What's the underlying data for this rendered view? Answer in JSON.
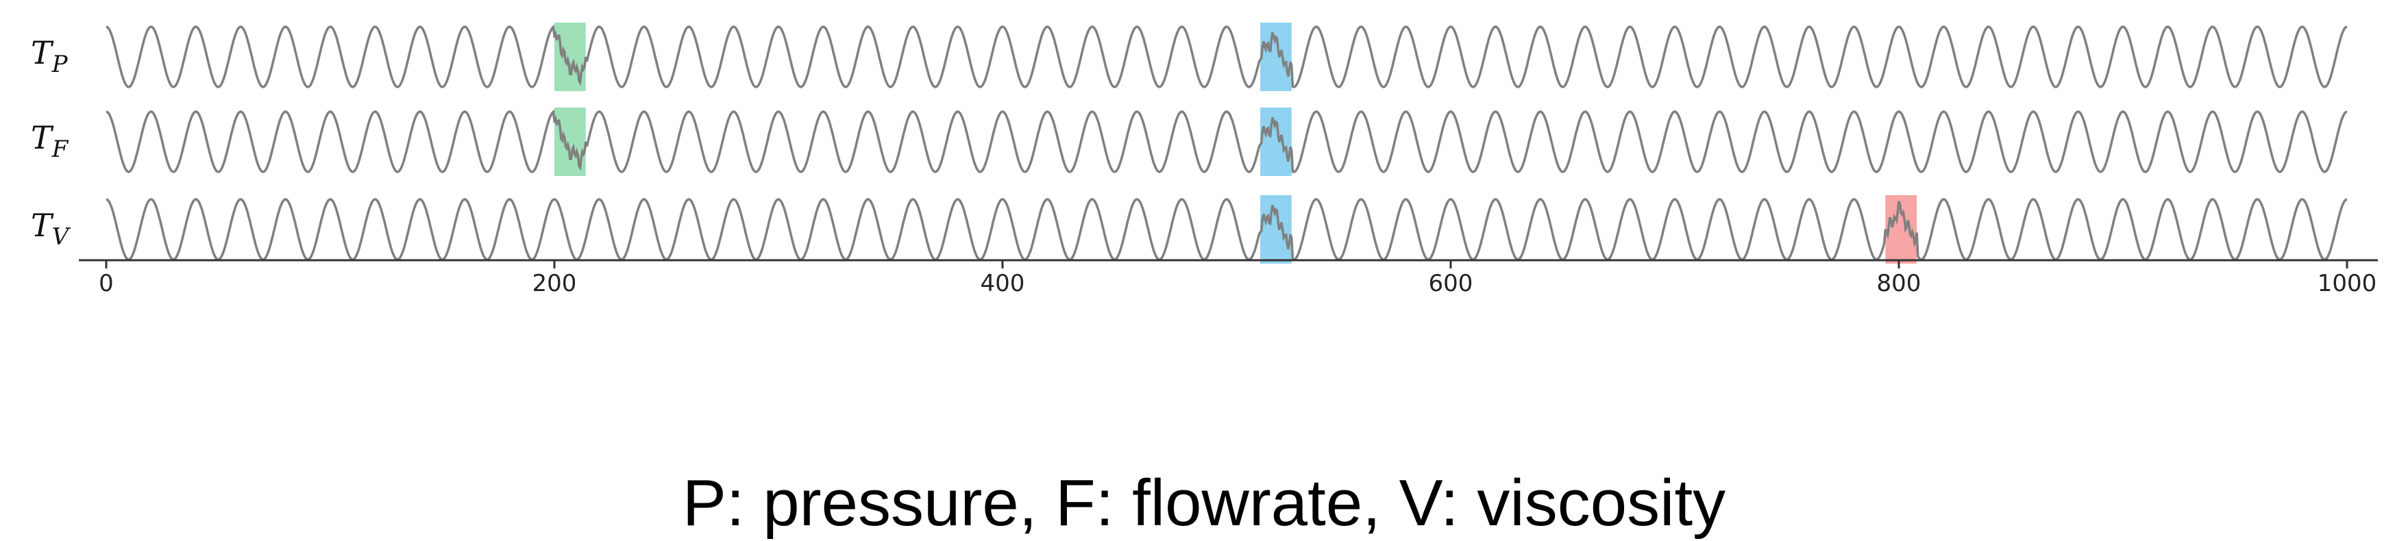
{
  "chart_data": {
    "type": "line",
    "x_range": [
      0,
      1000
    ],
    "xticks": [
      0,
      200,
      400,
      600,
      800,
      1000
    ],
    "grid": false,
    "signal": {
      "shape": "sinusoid",
      "period": 20,
      "x_start": 0,
      "x_end": 1000,
      "color": "#808080"
    },
    "series": [
      {
        "label": "T",
        "subscript": "P",
        "anomalies": [
          {
            "x_start": 200,
            "x_end": 214,
            "color": "#9fe0b8"
          },
          {
            "x_start": 515,
            "x_end": 529,
            "color": "#8fd3f0"
          }
        ]
      },
      {
        "label": "T",
        "subscript": "F",
        "anomalies": [
          {
            "x_start": 200,
            "x_end": 214,
            "color": "#9fe0b8"
          },
          {
            "x_start": 515,
            "x_end": 529,
            "color": "#8fd3f0"
          }
        ]
      },
      {
        "label": "T",
        "subscript": "V",
        "anomalies": [
          {
            "x_start": 515,
            "x_end": 529,
            "color": "#8fd3f0"
          },
          {
            "x_start": 794,
            "x_end": 808,
            "color": "#f7a5a5"
          }
        ]
      }
    ]
  },
  "caption": "P: pressure, F: flowrate, V: viscosity"
}
